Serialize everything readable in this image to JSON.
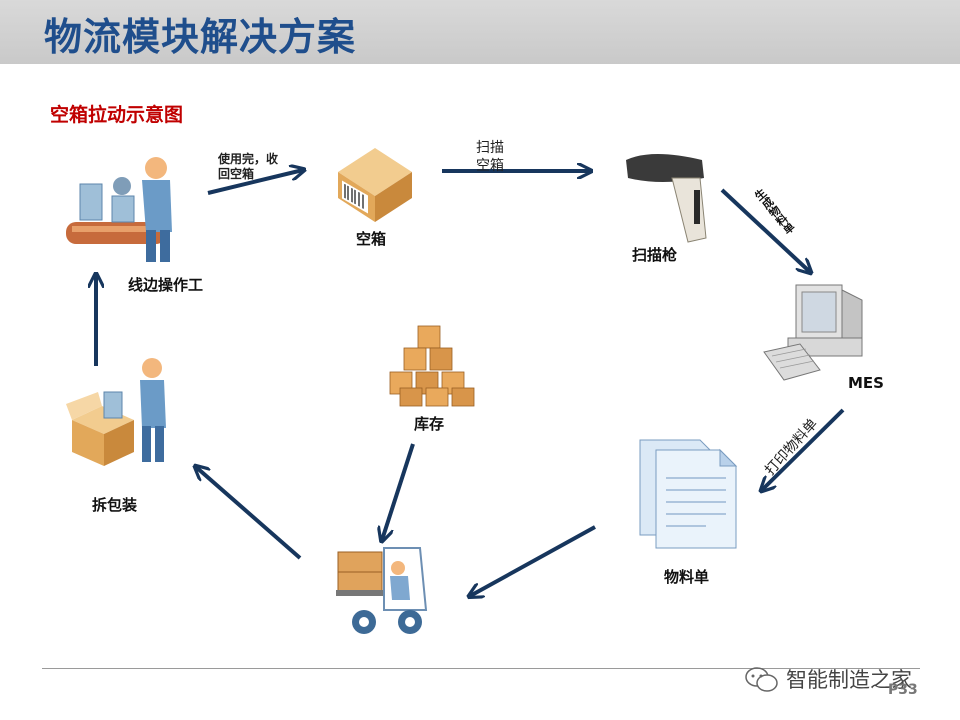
{
  "header": {
    "title": "物流模块解决方案"
  },
  "subtitle": "空箱拉动示意图",
  "nodes": {
    "operator": "线边操作工",
    "empty_box": "空箱",
    "scanner": "扫描枪",
    "mes": "MES",
    "material_list": "物料单",
    "warehouse": "库存",
    "unpack": "拆包装"
  },
  "edges": {
    "used_line1": "使用完，收",
    "used_line2": "回空箱",
    "scan_line1": "扫描",
    "scan_line2": "空箱",
    "generate": "生成物料单",
    "print": "打印物料单"
  },
  "icons": [
    "worker-conveyor-icon",
    "cardboard-box-icon",
    "barcode-scanner-icon",
    "computer-icon",
    "document-icon",
    "box-stack-icon",
    "forklift-icon",
    "unpacking-worker-icon",
    "wechat-icon"
  ],
  "colors": {
    "arrow": "#17365d",
    "title": "#1f4e8c",
    "subtitle": "#c00000"
  },
  "footer": {
    "watermark": "智能制造之家",
    "page": "P33"
  }
}
